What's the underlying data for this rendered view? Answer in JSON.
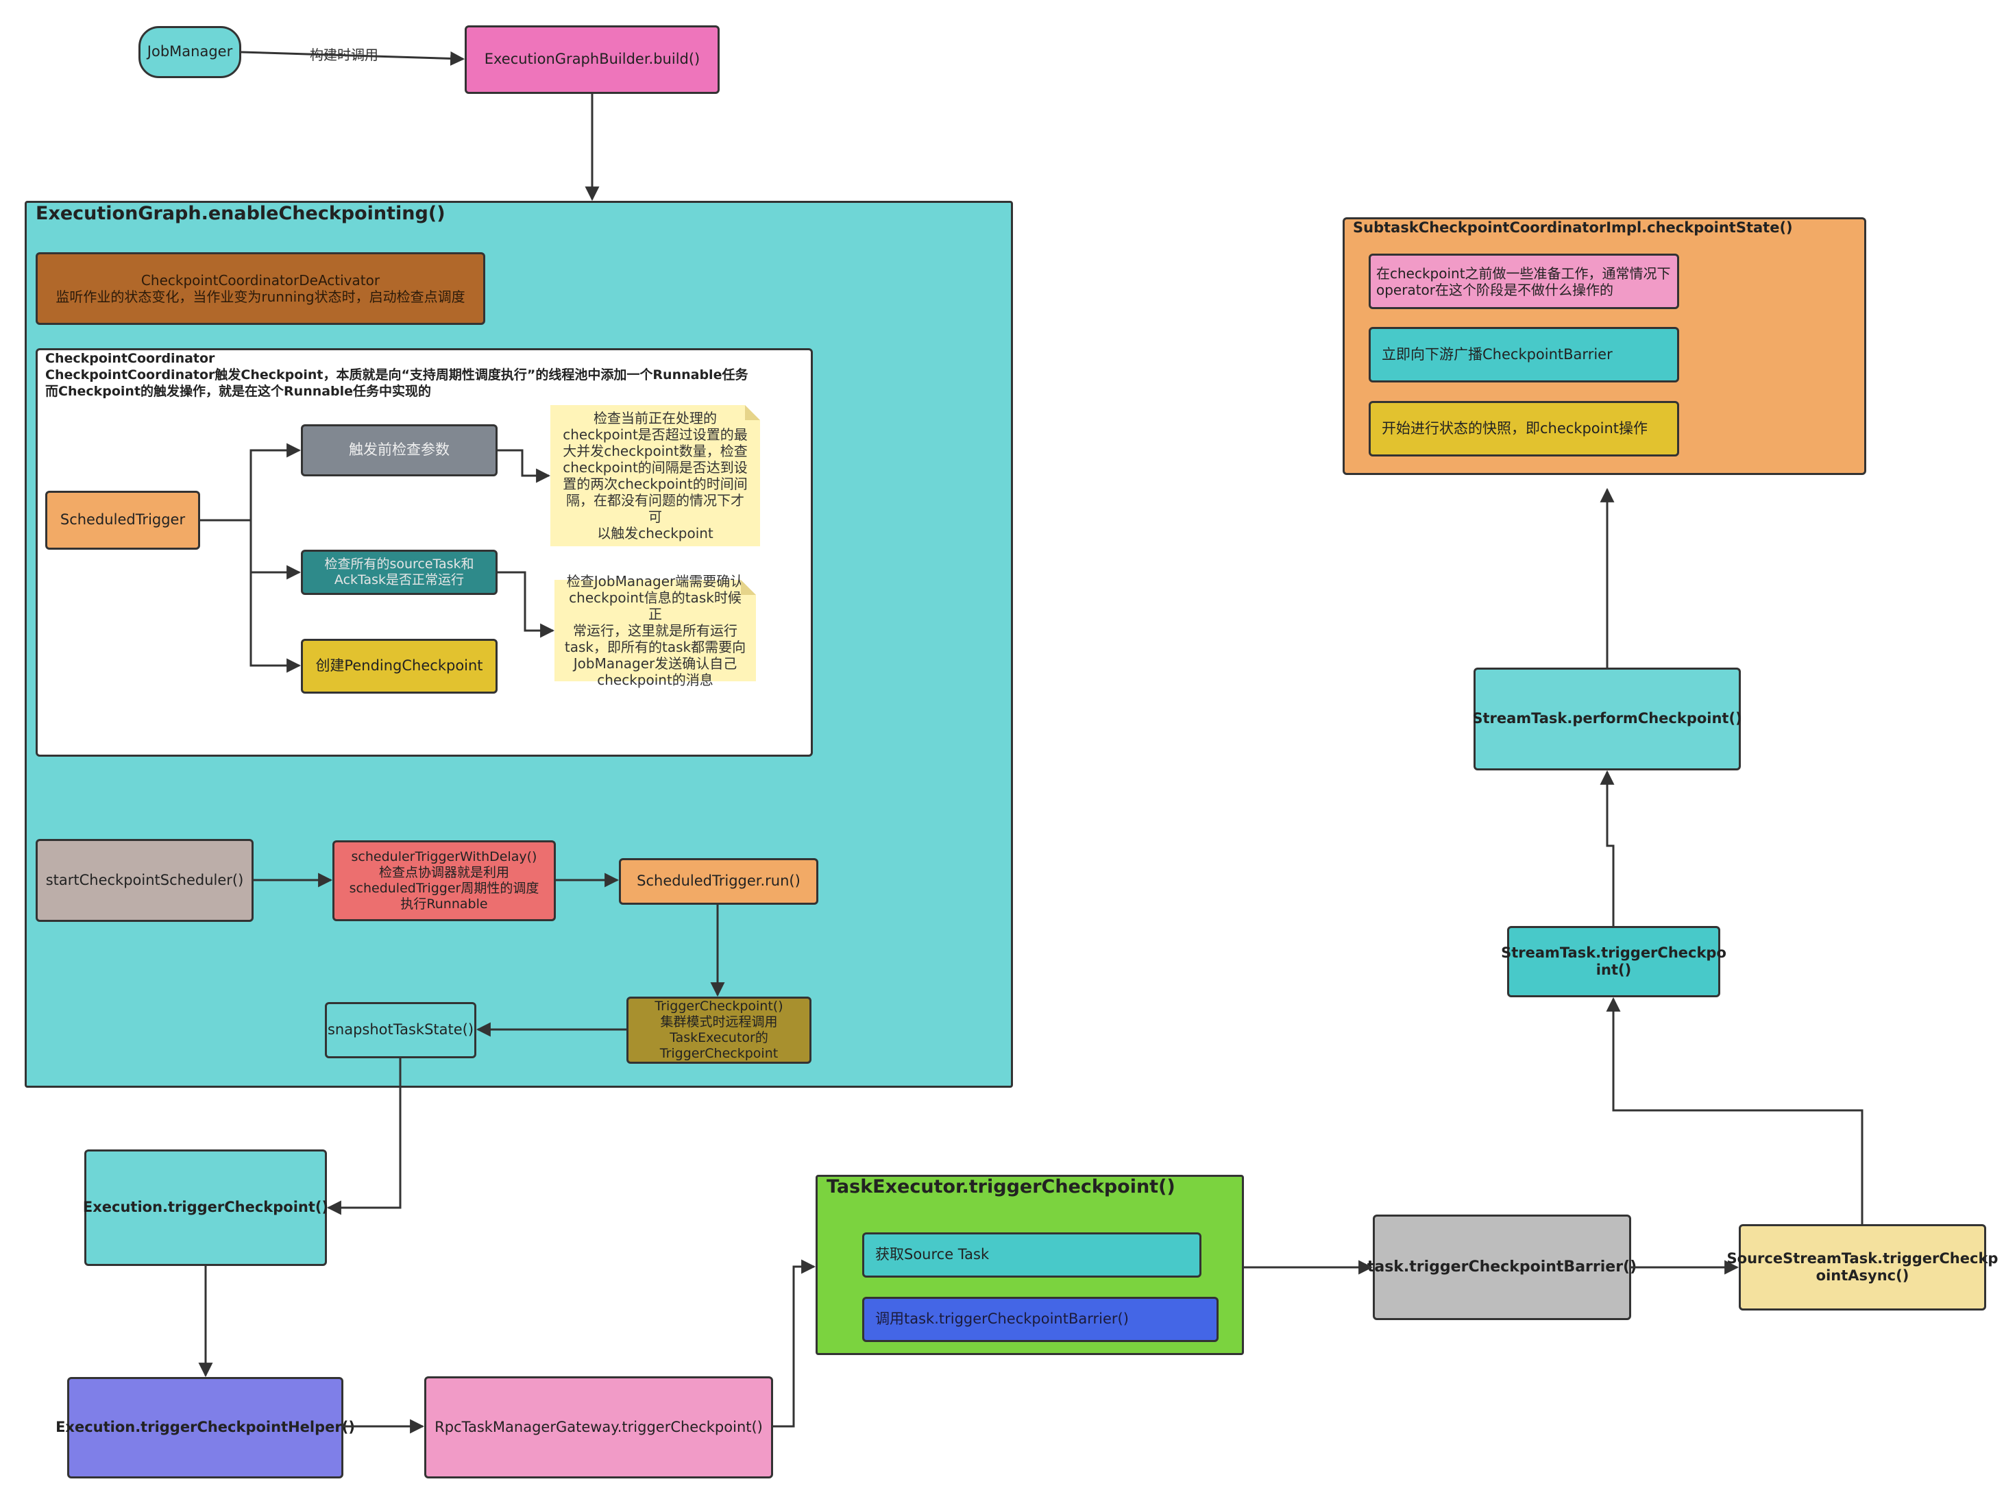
{
  "nodes": {
    "job_manager": "JobManager",
    "edge_label_build": "构建时调用",
    "eg_builder": "ExecutionGraphBuilder.build()",
    "enable_cp_title": "ExecutionGraph.enableCheckpointing()",
    "deactivator": "CheckpointCoordinatorDeActivator\n监听作业的状态变化，当作业变为running状态时，启动检查点调度",
    "coordinator_title": "CheckpointCoordinator\nCheckpointCoordinator触发Checkpoint，本质就是向“支持周期性调度执行”的线程池中添加一个Runnable任务\n而Checkpoint的触发操作，就是在这个Runnable任务中实现的",
    "scheduled_trigger": "ScheduledTrigger",
    "check_params": "触发前检查参数",
    "check_tasks": "检查所有的sourceTask和\nAckTask是否正常运行",
    "create_pending": "创建PendingCheckpoint",
    "note_params": "检查当前正在处理的\ncheckpoint是否超过设置的最\n大并发checkpoint数量，检查\ncheckpoint的间隔是否达到设\n置的两次checkpoint的时间间\n隔，在都没有问题的情况下才可\n以触发checkpoint",
    "note_tasks": "检查JobManager端需要确认\ncheckpoint信息的task时候正\n常运行，这里就是所有运行\ntask，即所有的task都需要向\nJobManager发送确认自己\ncheckpoint的消息",
    "start_scheduler": "startCheckpointScheduler()",
    "scheduler_delay": "schedulerTriggerWithDelay()\n检查点协调器就是利用\nscheduledTrigger周期性的调度\n执行Runnable",
    "scheduled_run": "ScheduledTrigger.run()",
    "trigger_checkpoint": "TriggerCheckpoint()\n集群模式时远程调用\nTaskExecutor的\nTriggerCheckpoint",
    "snapshot_state": "snapshotTaskState()",
    "execution_trigger": "Execution.triggerCheckpoint()",
    "execution_helper": "Execution.triggerCheckpointHelper()",
    "rpc_gateway": "RpcTaskManagerGateway.triggerCheckpoint()",
    "task_executor_title": "TaskExecutor.triggerCheckpoint()",
    "get_source_task": "获取Source Task",
    "call_barrier": "调用task.triggerCheckpointBarrier()",
    "task_barrier": "task.triggerCheckpointBarrier()",
    "source_stream_task": "SourceStreamTask.triggerCheckp\nointAsync()",
    "stream_trigger": "StreamTask.triggerCheckpo\nint()",
    "perform_checkpoint": "StreamTask.performCheckpoint()",
    "subtask_title": "SubtaskCheckpointCoordinatorImpl.checkpointState()",
    "prepare": "在checkpoint之前做一些准备工作，通常情况下\noperator在这个阶段是不做什么操作的",
    "broadcast": "立即向下游广播CheckpointBarrier",
    "snapshot_start": "开始进行状态的快照，即checkpoint操作"
  },
  "colors": {
    "cyan": "#6fd6d6",
    "pink": "#ee75bb",
    "brown": "#b1682a",
    "gray_blue": "#818891",
    "teal": "#2e8a8a",
    "yellow": "#e2c22f",
    "orange": "#f2aa66",
    "salmon": "#ec6f6f",
    "taupe": "#bcaea9",
    "olive": "#a8902e",
    "indigo": "#7f7fe8",
    "light_pink": "#f19bc7",
    "green": "#7bd33f",
    "aqua": "#48c9c9",
    "blue": "#4466e6",
    "silver": "#bdbdbd",
    "pale_yellow": "#f4e19e",
    "light_orange": "#f2aa66"
  }
}
